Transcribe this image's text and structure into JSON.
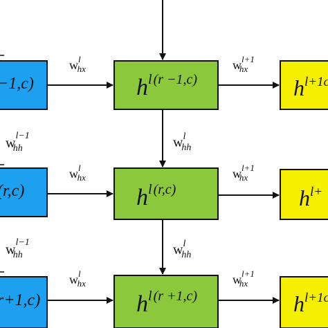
{
  "colors": {
    "left_nodes": "#1ea0f0",
    "center_nodes": "#8cc83c",
    "right_nodes": "#f5f000",
    "stroke": "#111111",
    "background": "#ffffff"
  },
  "left_nodes": [
    {
      "text": "−1,c)"
    },
    {
      "text": "(r,c)"
    },
    {
      "text": "r+1,c)"
    }
  ],
  "center_nodes": [
    {
      "h": "h",
      "sup_l": "l",
      "sup_rest": "(r −1,c)"
    },
    {
      "h": "h",
      "sup_l": "l",
      "sup_rest": "(r,c)"
    },
    {
      "h": "h",
      "sup_l": "l",
      "sup_rest": "(r +1,c)"
    }
  ],
  "right_nodes": [
    {
      "h": "h",
      "sup": "l+1c"
    },
    {
      "h": "h",
      "sup": "l+"
    },
    {
      "h": "h",
      "sup": "l+1c"
    }
  ],
  "edge_labels": {
    "left_hx": [
      {
        "w": "w",
        "sup": "l",
        "sub": "hx"
      },
      {
        "w": "w",
        "sup": "l",
        "sub": "hx"
      },
      {
        "w": "w",
        "sup": "l",
        "sub": "hx"
      }
    ],
    "right_hx": [
      {
        "w": "w",
        "sup": "l+1",
        "sub": "hx"
      },
      {
        "w": "w",
        "sup": "l+1",
        "sub": "hx"
      },
      {
        "w": "w",
        "sup": "l+1",
        "sub": "hx"
      }
    ],
    "vertical_hh": [
      {
        "w": "w",
        "sup": "l",
        "sub": "hh"
      },
      {
        "w": "w",
        "sup": "l",
        "sub": "hh"
      }
    ],
    "left_hh": [
      {
        "w": "w",
        "sup": "l−1",
        "sub": "hh"
      },
      {
        "w": "w",
        "sup": "l−1",
        "sub": "hh"
      }
    ]
  }
}
